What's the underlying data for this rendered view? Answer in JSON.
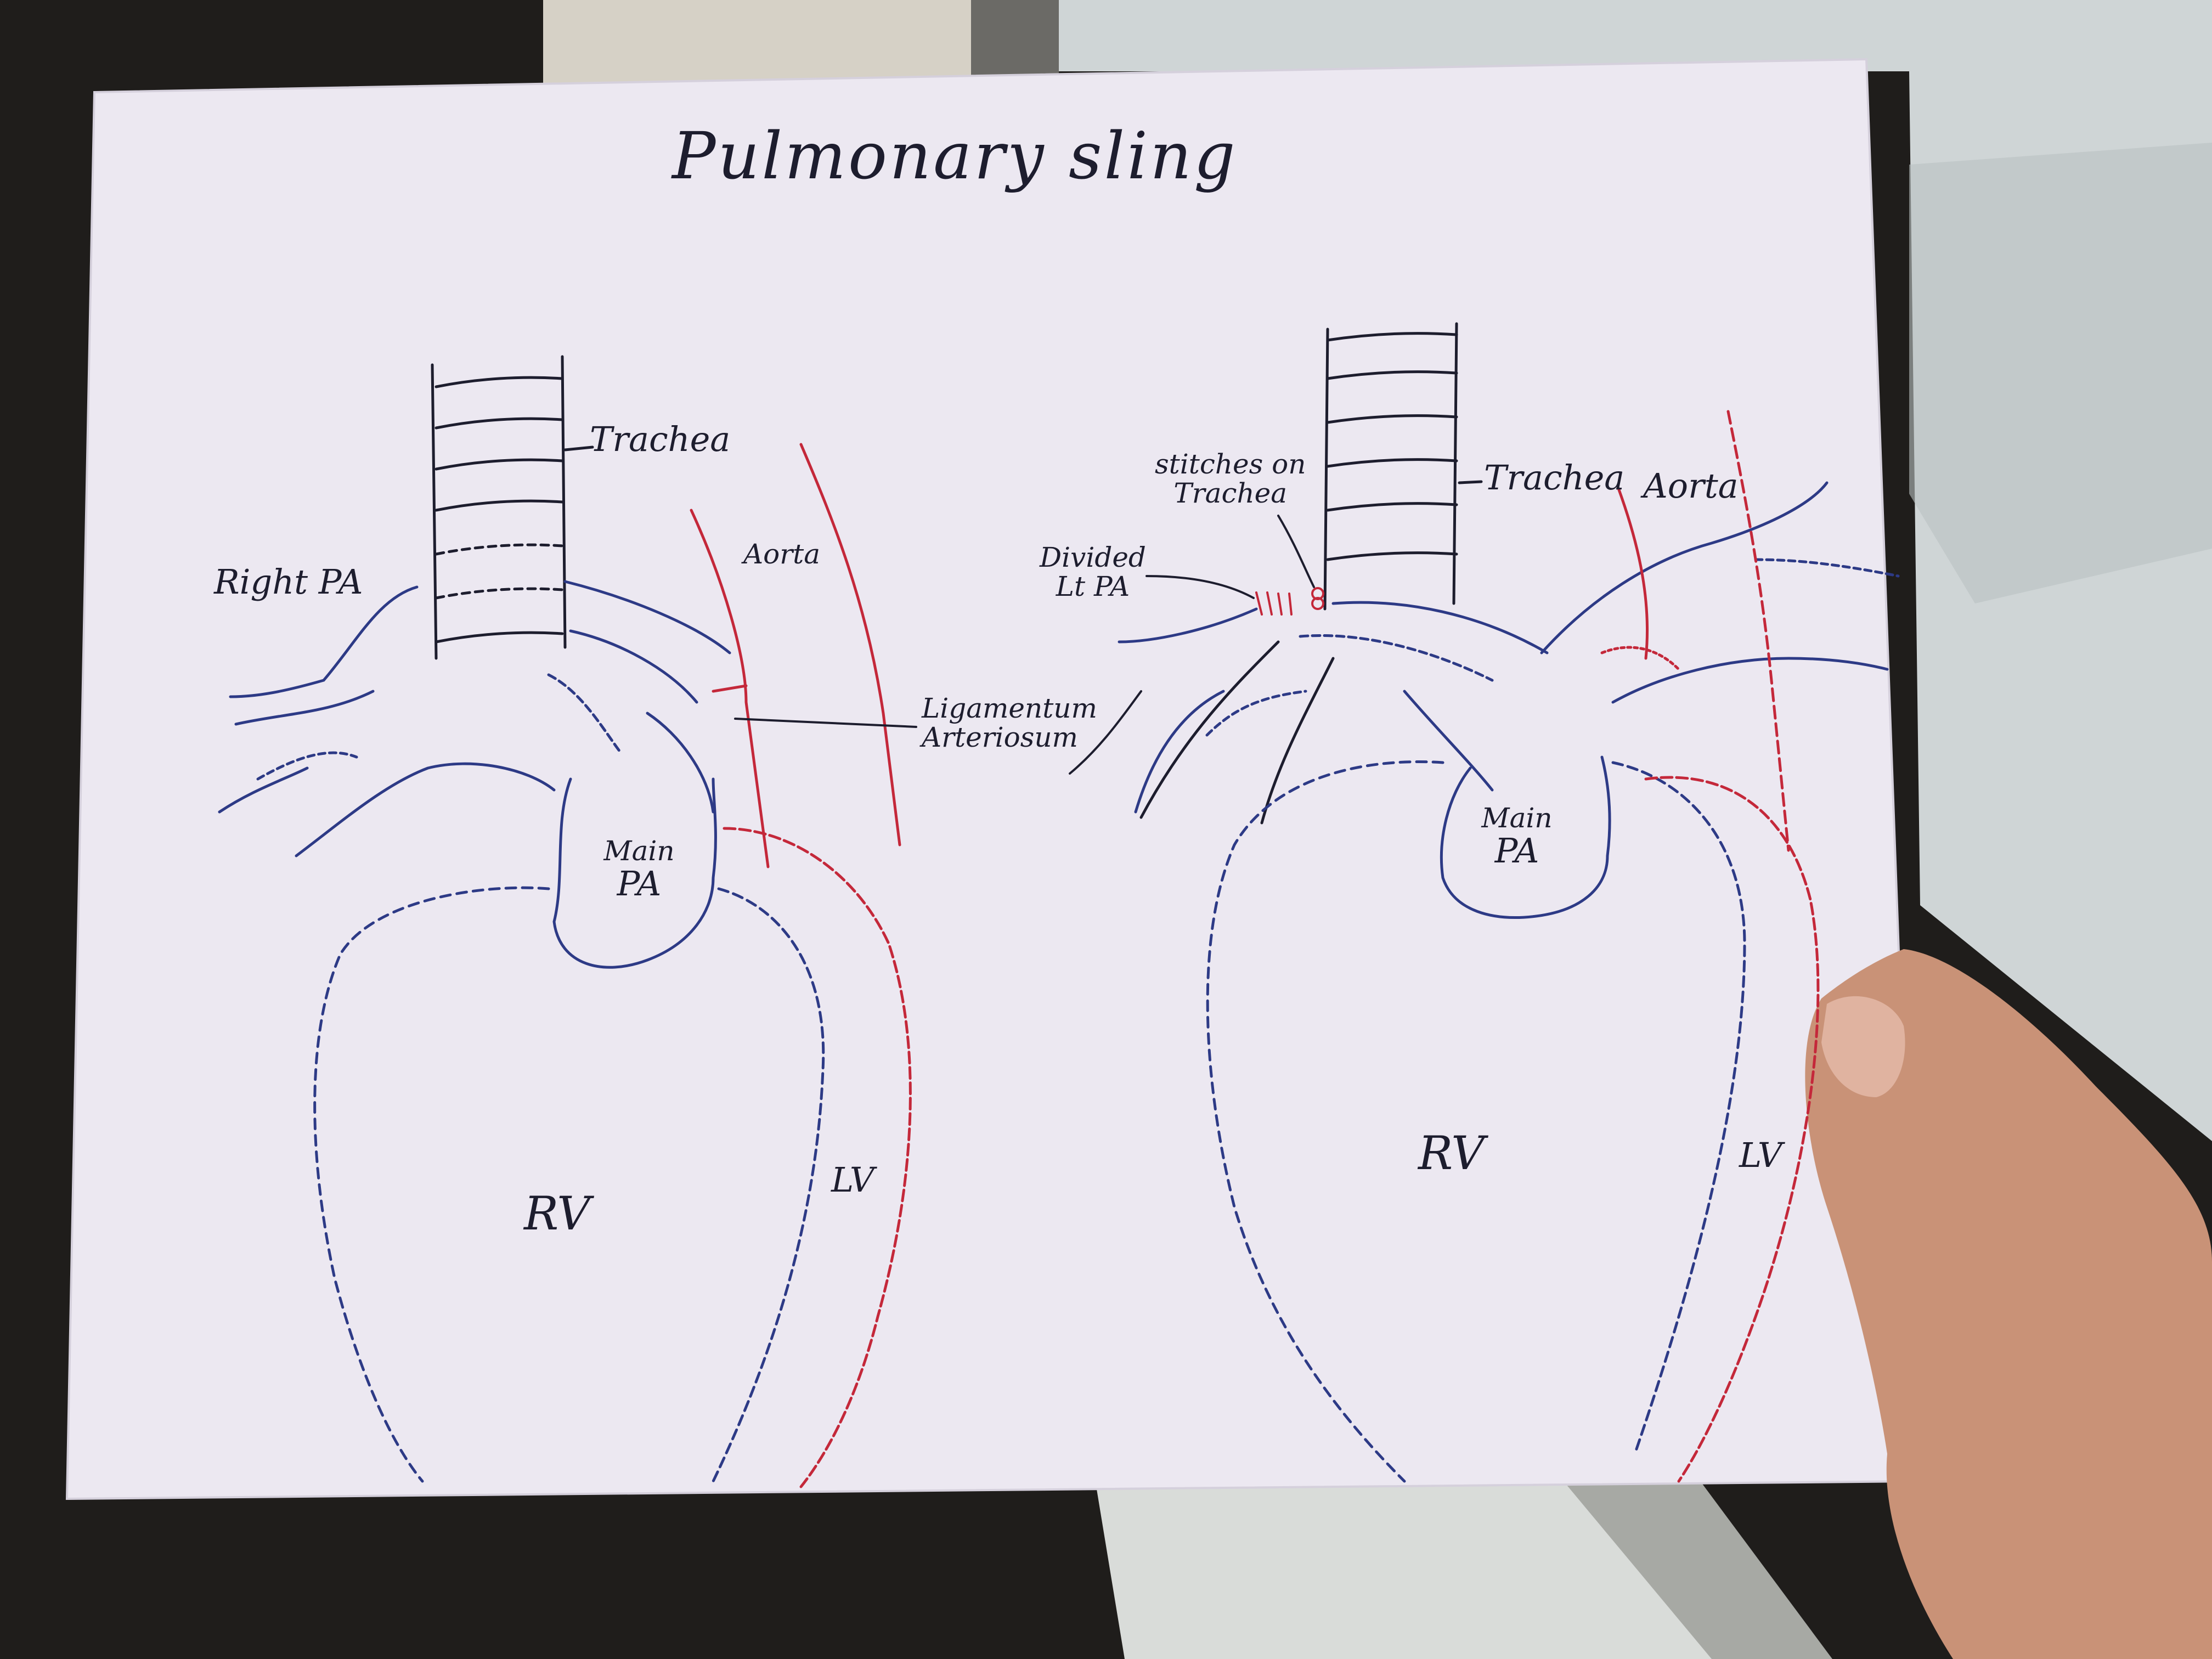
{
  "title": "Pulmonary sling",
  "left_diagram": {
    "trachea": "Trachea",
    "right_pa": "Right PA",
    "aorta": "Aorta",
    "ligamentum_line1": "Ligamentum",
    "ligamentum_line2": "Arteriosum",
    "main_pa_line1": "Main",
    "main_pa_line2": "PA",
    "rv": "RV",
    "lv": "LV"
  },
  "right_diagram": {
    "stitches_line1": "stitches on",
    "stitches_line2": "Trachea",
    "divided_line1": "Divided",
    "divided_line2": "Lt PA",
    "trachea": "Trachea",
    "aorta": "Aorta",
    "main_pa_line1": "Main",
    "main_pa_line2": "PA",
    "rv": "RV",
    "lv": "LV"
  },
  "colors": {
    "paper": "#ece8f1",
    "blue_ink": "#2d3a86",
    "red_ink": "#c4283a",
    "black_ink": "#1d1d2e",
    "background": "#1f1d1b",
    "window": "#cdd3d4",
    "hand": "#c99277"
  }
}
